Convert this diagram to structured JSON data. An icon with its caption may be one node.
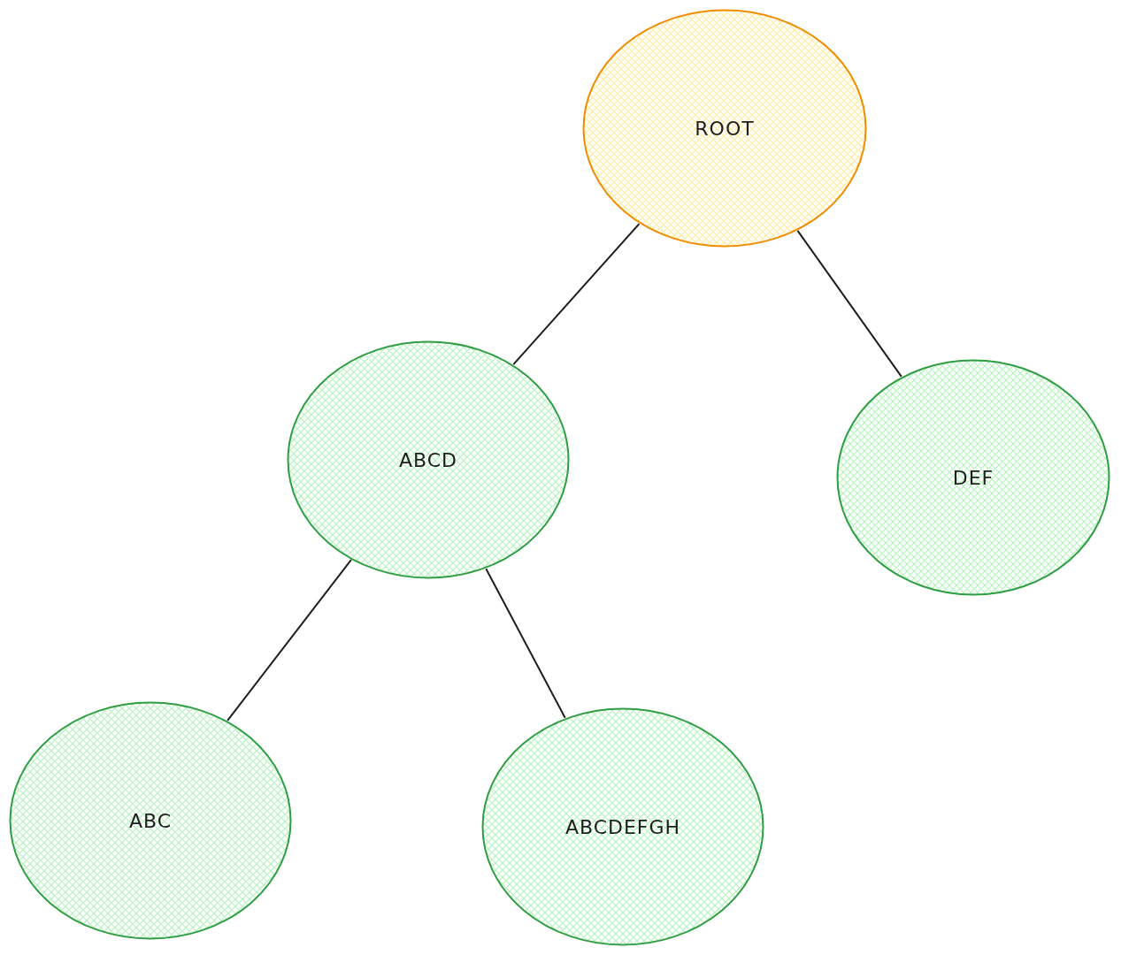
{
  "diagram": {
    "nodes": [
      {
        "text": [
          "ROOT"
        ]
      },
      {
        "text": [
          "ABCD"
        ]
      },
      {
        "text": [
          "DEF"
        ]
      },
      {
        "text": [
          "ABC"
        ]
      },
      {
        "text": [
          "ABCDEFGH"
        ]
      }
    ],
    "edges": [
      {
        "from": 0,
        "to": 1,
        "arrow": "none"
      },
      {
        "from": 0,
        "to": 2,
        "arrow": "none"
      },
      {
        "from": 1,
        "to": 3,
        "arrow": "none"
      },
      {
        "from": 1,
        "to": 4,
        "arrow": "none"
      }
    ]
  }
}
